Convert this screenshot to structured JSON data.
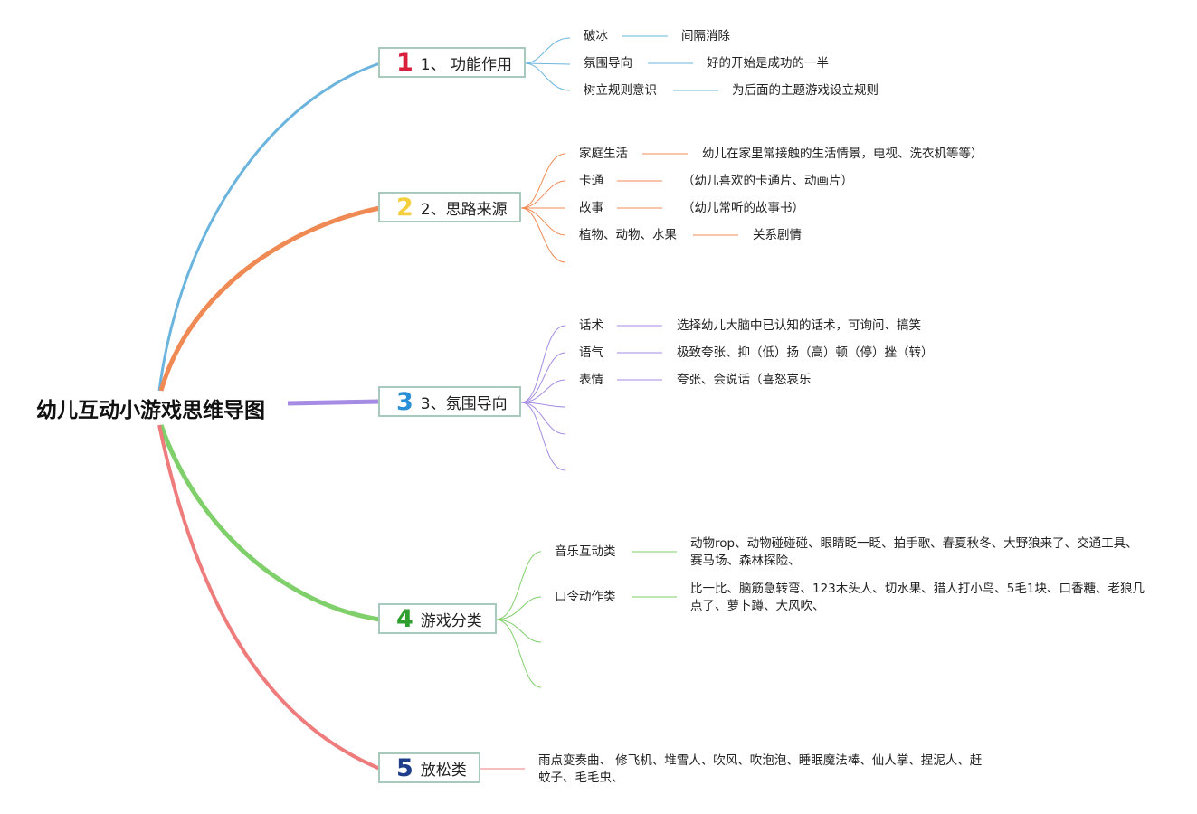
{
  "root": {
    "title": "幼儿互动小游戏思维导图"
  },
  "colors": {
    "b1": "#6ab4de",
    "b2": "#f08a54",
    "b3": "#a58be4",
    "b4": "#7fcf6a",
    "b5": "#ef7c7c",
    "n1": "#d81f3c",
    "n2": "#f4d03f",
    "n3": "#2a8fd6",
    "n4": "#2e9e2e",
    "n5": "#1f3d8a",
    "topic_border": "#a9c9bd"
  },
  "branches": [
    {
      "num": "1",
      "label": "1、 功能作用",
      "items": [
        {
          "key": "破冰",
          "value": "间隔消除"
        },
        {
          "key": "氛围导向",
          "value": "好的开始是成功的一半"
        },
        {
          "key": "树立规则意识",
          "value": "为后面的主题游戏设立规则"
        }
      ]
    },
    {
      "num": "2",
      "label": "2、思路来源",
      "items": [
        {
          "key": "家庭生活",
          "value": "幼儿在家里常接触的生活情景，电视、洗衣机等等）"
        },
        {
          "key": "卡通",
          "value": "（幼儿喜欢的卡通片、动画片）"
        },
        {
          "key": "故事",
          "value": "（幼儿常听的故事书）"
        },
        {
          "key": "植物、动物、水果",
          "value": "关系剧情"
        }
      ]
    },
    {
      "num": "3",
      "label": "3、氛围导向",
      "items": [
        {
          "key": "话术",
          "value": "选择幼儿大脑中已认知的话术，可询问、搞笑"
        },
        {
          "key": "语气",
          "value": "极致夸张、抑（低）扬（高）顿（停）挫（转）"
        },
        {
          "key": "表情",
          "value": "夸张、会说话（喜怒哀乐"
        }
      ]
    },
    {
      "num": "4",
      "label": "游戏分类",
      "items": [
        {
          "key": "音乐互动类",
          "value": "动物rop、动物碰碰碰、眼睛眨一眨、拍手歌、春夏秋冬、大野狼来了、交通工具、赛马场、森林探险、"
        },
        {
          "key": "口令动作类",
          "value": "比一比、脑筋急转弯、123木头人、切水果、猎人打小鸟、5毛1块、口香糖、老狼几点了、萝卜蹲、大风吹、"
        }
      ]
    },
    {
      "num": "5",
      "label": "放松类",
      "items": [
        {
          "value": "雨点变奏曲、 修飞机、堆雪人、吹风、吹泡泡、睡眠魔法棒、仙人掌、捏泥人、赶蚊子、毛毛虫、"
        }
      ]
    }
  ]
}
